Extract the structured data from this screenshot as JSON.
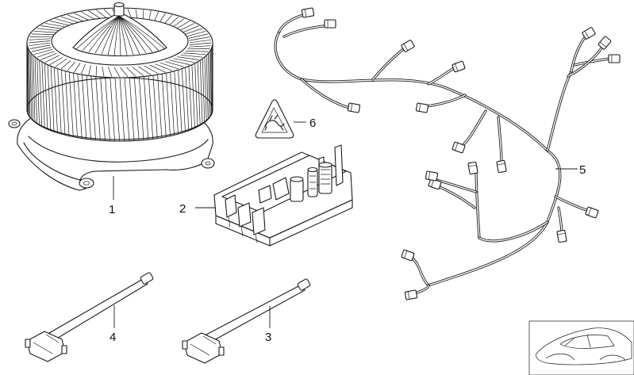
{
  "parts": [
    {
      "id": "blower-motor",
      "callout": "1"
    },
    {
      "id": "resistor-unit",
      "callout": "2"
    },
    {
      "id": "cable-strap-long",
      "callout": "3"
    },
    {
      "id": "cable-strap-short",
      "callout": "4"
    },
    {
      "id": "wiring-harness",
      "callout": "5"
    },
    {
      "id": "warning-label",
      "callout": "6"
    }
  ]
}
